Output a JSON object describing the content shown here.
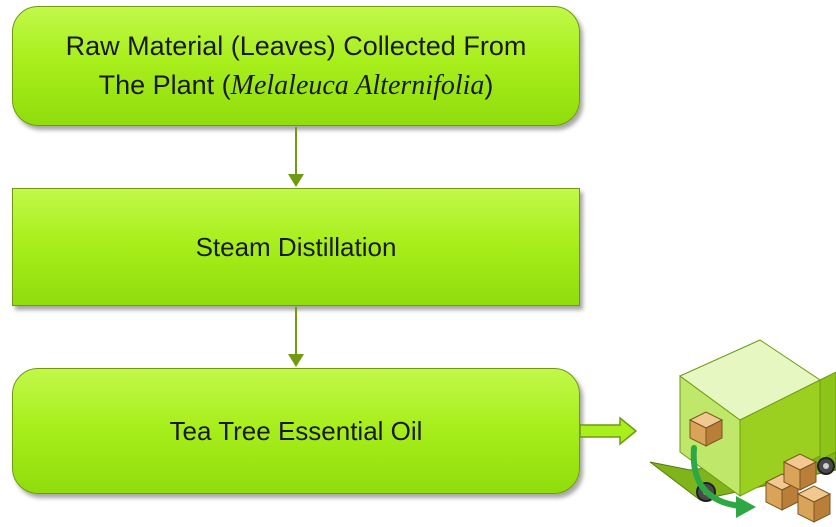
{
  "flowchart": {
    "step1": {
      "line1": "Raw Material (Leaves) Collected From",
      "line2_prefix": "The Plant (",
      "line2_latin": "Melaleuca Alternifolia",
      "line2_suffix": ")"
    },
    "step2": {
      "label": "Steam Distillation"
    },
    "step3": {
      "label": "Tea Tree Essential Oil"
    },
    "shipping_icon": "delivery-truck-icon"
  },
  "colors": {
    "box_top": "#c2f84a",
    "box_bottom": "#90dc0c",
    "box_border": "#6f9a12",
    "arrow": "#6f9a12",
    "arrow_green": "#2ea844",
    "truck_body": "#9bd020",
    "cargo": "#d9a35a"
  }
}
